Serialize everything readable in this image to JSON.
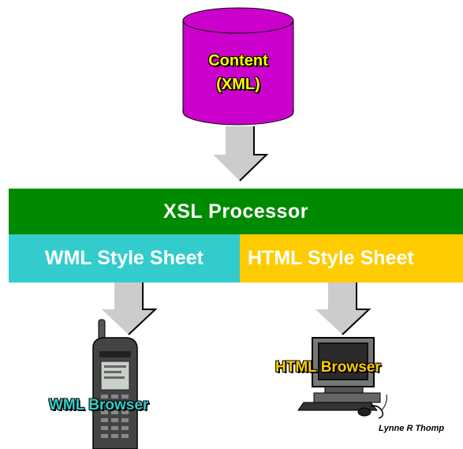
{
  "content": {
    "line1": "Content",
    "line2": "(XML)"
  },
  "processor": {
    "label": "XSL Processor"
  },
  "stylesheets": {
    "wml": "WML Style Sheet",
    "html": "HTML Style Sheet"
  },
  "browsers": {
    "wml": "WML Browser",
    "html": "HTML Browser"
  },
  "author": "Lynne R Thomp",
  "colors": {
    "cylinder": "#cc00cc",
    "processor": "#008a00",
    "wml_sheet": "#33cccc",
    "html_sheet": "#ffcc00",
    "arrow": "#cccccc"
  }
}
